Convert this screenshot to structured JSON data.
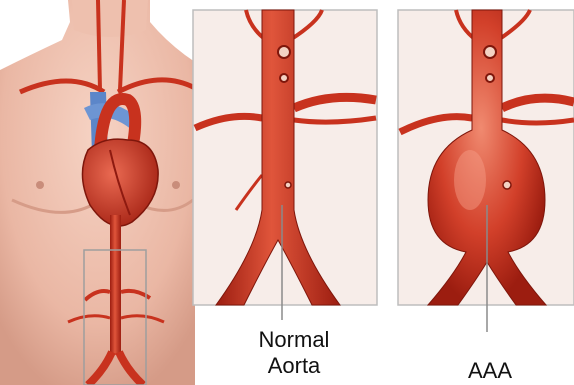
{
  "labels": {
    "normal_line1": "Normal",
    "normal_line2": "Aorta",
    "aaa": "AAA"
  },
  "colors": {
    "artery": "#c8321e",
    "artery_dark": "#8e1a10",
    "vein_blue": "#5c86c9",
    "skin": "#f2c4b3",
    "skin_shadow": "#d89a88",
    "panel_border": "#bdbdbd",
    "panel_bg": "#f7ede9"
  }
}
